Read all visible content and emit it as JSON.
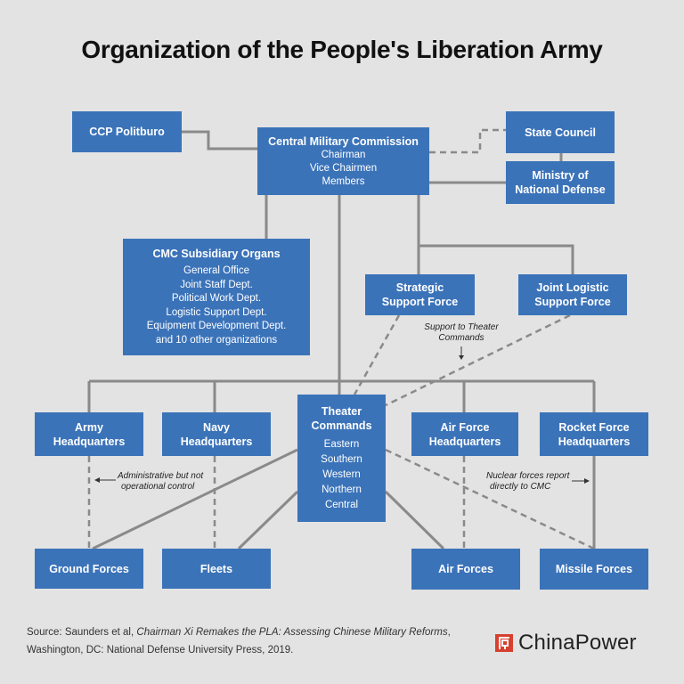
{
  "title": "Organization of the People's Liberation Army",
  "nodes": {
    "ccp": {
      "title": "CCP Politburo"
    },
    "cmc": {
      "title": "Central Military Commission",
      "lines": [
        "Chairman",
        "Vice Chairmen",
        "Members"
      ]
    },
    "state": {
      "title": "State Council"
    },
    "mnd": {
      "title": [
        "Ministry of",
        "National Defense"
      ]
    },
    "subsid": {
      "title": "CMC Subsidiary Organs",
      "lines": [
        "General Office",
        "Joint Staff Dept.",
        "Political Work Dept.",
        "Logistic Support Dept.",
        "Equipment Development Dept.",
        "and 10 other organizations"
      ]
    },
    "ssf": {
      "title": [
        "Strategic",
        "Support Force"
      ]
    },
    "jlsf": {
      "title": [
        "Joint Logistic",
        "Support Force"
      ]
    },
    "army": {
      "title": [
        "Army",
        "Headquarters"
      ]
    },
    "navy": {
      "title": [
        "Navy",
        "Headquarters"
      ]
    },
    "theater": {
      "title": [
        "Theater",
        "Commands"
      ],
      "lines": [
        "Eastern",
        "Southern",
        "Western",
        "Northern",
        "Central"
      ]
    },
    "airhq": {
      "title": [
        "Air Force",
        "Headquarters"
      ]
    },
    "rocket": {
      "title": [
        "Rocket Force",
        "Headquarters"
      ]
    },
    "ground": {
      "title": "Ground Forces"
    },
    "fleets": {
      "title": "Fleets"
    },
    "airforces": {
      "title": "Air Forces"
    },
    "missile": {
      "title": "Missile Forces"
    }
  },
  "annotations": {
    "support": [
      "Support to Theater",
      "Commands"
    ],
    "admin": [
      "Administrative but not",
      "operational control"
    ],
    "nuclear": [
      "Nuclear forces report",
      "directly to CMC"
    ]
  },
  "source": {
    "prefix": "Source: Saunders et al, ",
    "italic": "Chairman Xi Remakes the PLA: Assessing Chinese Military Reforms",
    "suffix": ", Washington, DC: National Defense University Press, 2019."
  },
  "logo": {
    "text": "ChinaPower"
  },
  "colors": {
    "box": "#3b73b9",
    "line": "#8a8a8a",
    "background": "#e3e3e3",
    "logo": "#d7402f"
  }
}
